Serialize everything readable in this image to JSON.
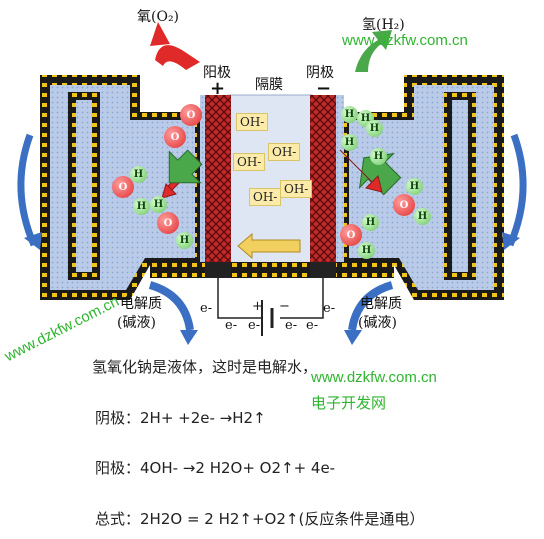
{
  "labels": {
    "oxygen": "氧(O₂)",
    "hydrogen": "氢(H₂)",
    "anode": "阳极",
    "membrane": "隔膜",
    "cathode": "阴极",
    "plus_sign": "+",
    "minus_sign": "−",
    "electrolyte_left_1": "电解质",
    "electrolyte_left_2": "(碱液)",
    "electrolyte_right_1": "电解质",
    "electrolyte_right_2": "(碱液)",
    "ion": "OH-",
    "electron": "e-",
    "o_atom": "O",
    "h_atom": "H"
  },
  "watermarks": {
    "top": "www.dzkfw.com.cn",
    "diagonal": "www.dzkfw.com.cn",
    "mid": "www.dzkfw.com.cn",
    "mid_cn": "电子开发网"
  },
  "text_lines": {
    "intro": "氢氧化钠是液体，这时是电解水，",
    "cathode_eq": "阴极：2H+ +2e- →H2↑",
    "anode_eq": "阳极：4OH- →2 H2O+ O2↑+ 4e-",
    "total_eq": "总式：2H2O = 2 H2↑+O2↑(反应条件是通电）"
  },
  "colors": {
    "electrolyte": "#b9cbe8",
    "electrode": "#c22a2a",
    "membrane": "#dfe6f3",
    "frame": "#1a1a1a",
    "frame_accent": "#f0c419",
    "arrow_red": "#e02a2a",
    "arrow_green": "#4aa84a",
    "arrow_blue": "#3a6fc4",
    "watermark": "#2fb52f"
  }
}
